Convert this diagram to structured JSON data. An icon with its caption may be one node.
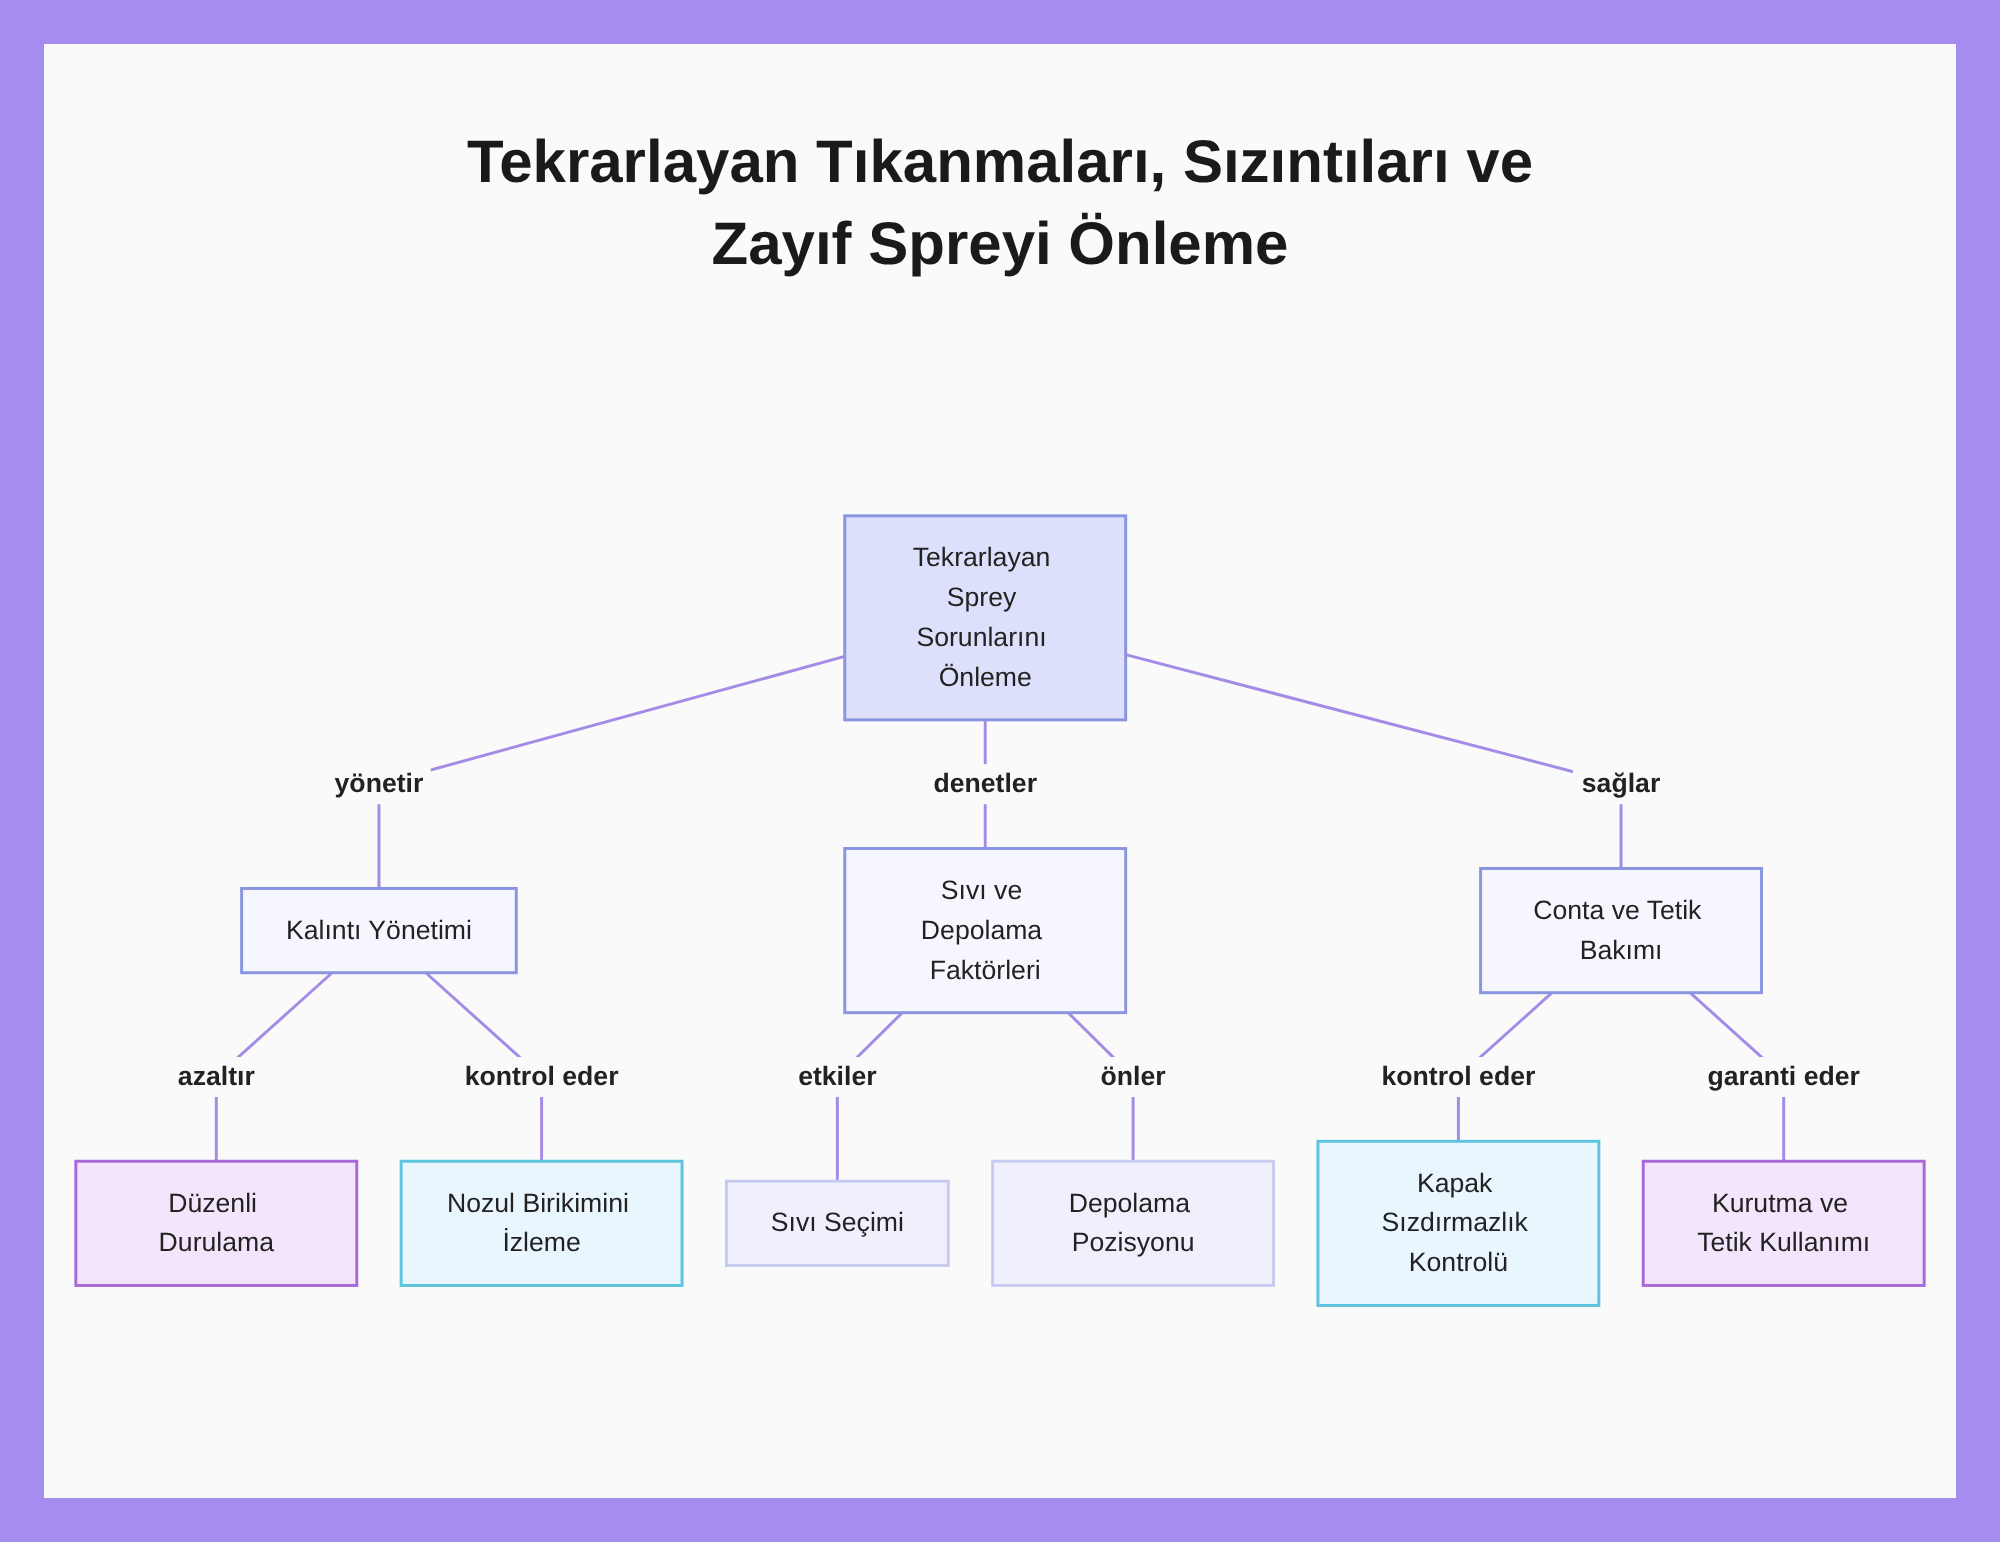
{
  "diagram": {
    "title": "Tekrarlayan Tıkanmaları, Sızıntıları ve Zayıf Spreyi Önleme",
    "nodes": [
      {
        "text": [
          "Tekrarlayan Sprey Sorunlarını Önleme"
        ]
      },
      {
        "text": [
          "Kalıntı Yönetimi"
        ]
      },
      {
        "text": [
          "Sıvı ve Depolama Faktörleri"
        ]
      },
      {
        "text": [
          "Conta ve Tetik Bakımı"
        ]
      },
      {
        "text": [
          "Düzenli Durulama"
        ]
      },
      {
        "text": [
          "Nozul Birikimini İzleme"
        ]
      },
      {
        "text": [
          "Sıvı Seçimi"
        ]
      },
      {
        "text": [
          "Depolama Pozisyonu"
        ]
      },
      {
        "text": [
          "Kapak Sızdırmazlık Kontrolü"
        ]
      },
      {
        "text": [
          "Kurutma ve Tetik Kullanımı"
        ]
      }
    ],
    "edges": [
      {
        "from": 0,
        "to": 1,
        "arrow": "none",
        "label": "yönetir"
      },
      {
        "from": 0,
        "to": 2,
        "arrow": "none",
        "label": "denetler"
      },
      {
        "from": 0,
        "to": 3,
        "arrow": "none",
        "label": "sağlar"
      },
      {
        "from": 1,
        "to": 4,
        "arrow": "none",
        "label": "azaltır"
      },
      {
        "from": 1,
        "to": 5,
        "arrow": "none",
        "label": "kontrol eder"
      },
      {
        "from": 2,
        "to": 6,
        "arrow": "none",
        "label": "etkiler"
      },
      {
        "from": 2,
        "to": 7,
        "arrow": "none",
        "label": "önler"
      },
      {
        "from": 3,
        "to": 8,
        "arrow": "none",
        "label": "kontrol eder"
      },
      {
        "from": 3,
        "to": 9,
        "arrow": "none",
        "label": "garanti eder"
      }
    ]
  }
}
